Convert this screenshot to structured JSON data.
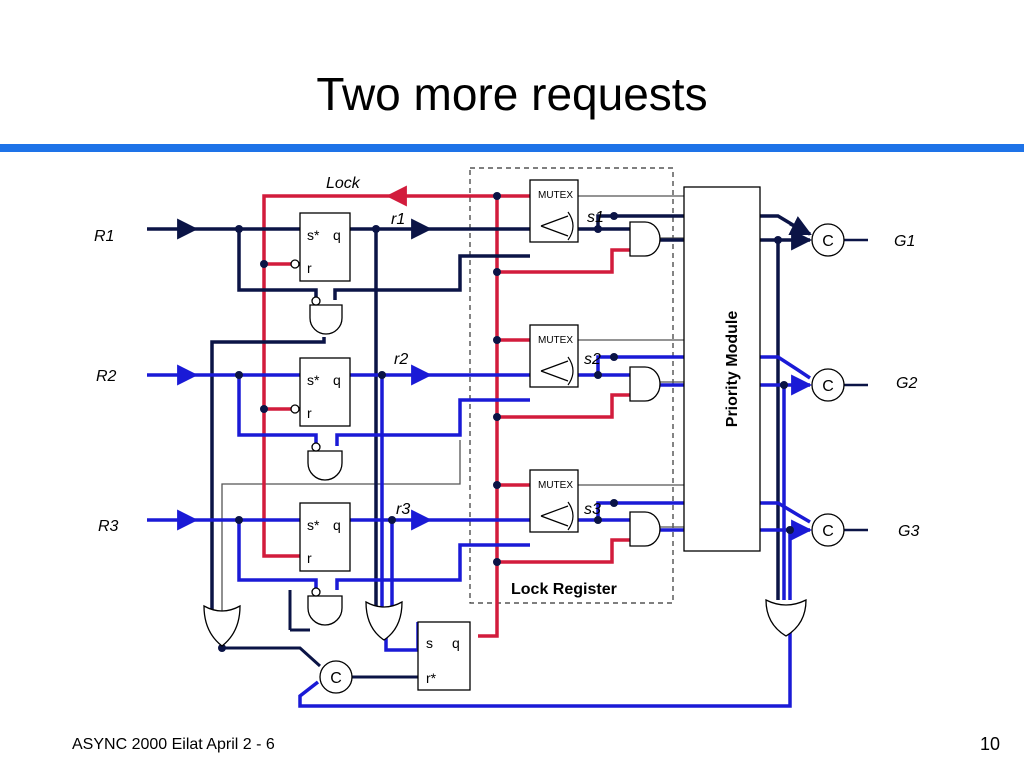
{
  "slide": {
    "title": "Two more requests",
    "footer_left": "ASYNC 2000 Eilat April 2 - 6",
    "page_number": "10"
  },
  "colors": {
    "accent_rule": "#1e73e8",
    "wire_r1": "#0b1446",
    "wire_blue": "#1a1ad6",
    "wire_lock": "#d21c3c",
    "wire_gray": "#555555"
  },
  "diagram": {
    "lock_label": "Lock",
    "inputs": [
      "R1",
      "R2",
      "R3"
    ],
    "outputs": [
      "G1",
      "G2",
      "G3"
    ],
    "request_labels": [
      "r1",
      "r2",
      "r3"
    ],
    "grant_labels": [
      "s1",
      "s2",
      "s3"
    ],
    "latch_set": "s*",
    "latch_q": "q",
    "latch_reset": "r",
    "mutex_label": "MUTEX",
    "c_element": "C",
    "priority_module": "Priority Module",
    "lock_register": "Lock Register",
    "bottom_latch_set": "s",
    "bottom_latch_q": "q",
    "bottom_latch_reset": "r*"
  }
}
